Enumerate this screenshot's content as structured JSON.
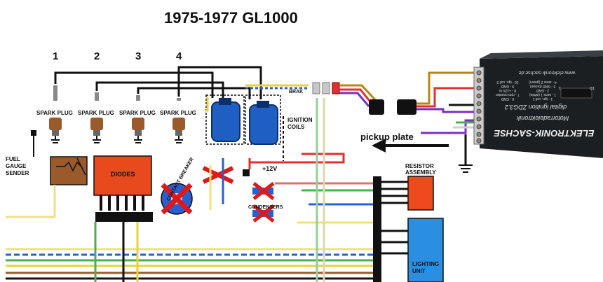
{
  "title": "1975-1977 GL1000",
  "cylinders": [
    "1",
    "2",
    "3",
    "4"
  ],
  "spark_plug_label": "SPARK PLUG",
  "labels": {
    "fuel_gauge": [
      "FUEL",
      "GAUGE",
      "SENDER"
    ],
    "diodes": "DIODES",
    "contact_breaker": "CONTACT BREAKER",
    "ignition_coils": [
      "IGNITION",
      "COILS"
    ],
    "plus12v": "+12V",
    "condensers": "CONDENSERS",
    "resistor_assembly": [
      "RESISTOR",
      "ASSEMBLY"
    ],
    "lighting_unit": [
      "LIGHTING",
      "UNIT"
    ],
    "pickup_plate": "pickup plate",
    "brake": "BRAK"
  },
  "ignition_module": {
    "brand": "ELEKTRONIK-SACHSE",
    "sub": "Motorradelektronik",
    "product": "digital ignition ZDG3.2",
    "url": "www.elektronik-sachse.de",
    "pins": [
      "10 - ign. coil 2",
      "9 - GND",
      "8 - +12V in",
      "7 - rpm counter",
      "6 - GND",
      "4 - sens 2 (green)",
      "3 - GND (brown)",
      "2 - GND",
      "1 - sens 1 (white)",
      "1 - ign. coil 1"
    ],
    "pin_numbers": [
      "1",
      "10"
    ]
  },
  "colors": {
    "wire_black": "#111111",
    "coil_blue": "#1f5fc4",
    "diode_red": "#e8491d",
    "plug_brown": "#9b5a2a",
    "cross_red": "#e01818",
    "resistor_red": "#ef4a1e",
    "lighting_blue": "#2a8fe0",
    "module_dark": "#1b1f22"
  }
}
